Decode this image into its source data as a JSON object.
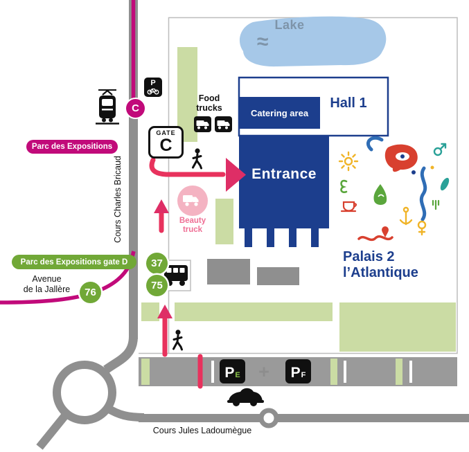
{
  "map": {
    "lake": {
      "label": "Lake",
      "waves_glyph": "≈"
    },
    "hall1": {
      "label": "Hall 1"
    },
    "catering_area": {
      "label": "Catering area"
    },
    "food_trucks": {
      "line1": "Food",
      "line2": "trucks"
    },
    "entrance": {
      "label": "Entrance"
    },
    "gate_c": {
      "word": "GATE",
      "letter": "C"
    },
    "tram": {
      "line_letter": "C",
      "stop_label": "Parc des Expositions"
    },
    "bus": {
      "route_37": "37",
      "route_75": "75",
      "route_76": "76",
      "gate_d_label": "Parc des Expositions gate D"
    },
    "streets": {
      "cours_charles_bricaud": "Cours Charles Bricaud",
      "avenue_line1": "Avenue",
      "avenue_line2": "de la Jallère",
      "cours_jules_ladoumegue": "Cours Jules Ladoumègue"
    },
    "beauty_truck": {
      "line1": "Beauty",
      "line2": "truck"
    },
    "palais2": {
      "line1": "Palais 2",
      "line2": "l’Atlantique"
    },
    "parking": {
      "p_letter": "P",
      "lot_e": "E",
      "lot_f": "F",
      "separator": "+",
      "bike_p_letter": "P"
    }
  },
  "colors": {
    "dark_blue": "#1c3e8d",
    "tram_magenta": "#c10a7a",
    "route_pink": "#e8325d",
    "bus_green": "#71a837",
    "landscape_green": "#cbdca4",
    "road_gray": "#8f8f8f",
    "lake_blue": "#a6c8e8",
    "beauty_pink": "#f4b3c2"
  }
}
